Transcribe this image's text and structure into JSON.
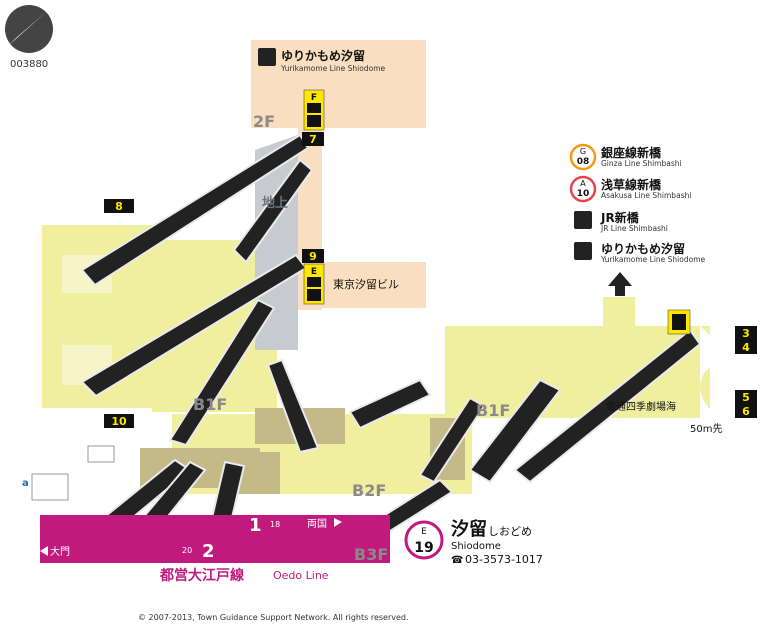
{
  "map_id": "003880",
  "floors": {
    "f2": "2F",
    "ground": "地上",
    "b1_left": "B1F",
    "b1_right": "B1F",
    "b2": "B2F",
    "b3": "B3F"
  },
  "exits": {
    "e3": "3",
    "e4": "4",
    "e5": "5",
    "e6": "6",
    "e7": "7",
    "e8": "8",
    "e9": "9",
    "e10": "10"
  },
  "elevators": {
    "f": "F",
    "e": "E"
  },
  "top_station": {
    "name": "ゆりかもめ汐留",
    "sub": "Yurikamome Line Shiodome"
  },
  "building": {
    "name": "東京汐留ビル"
  },
  "transfers": [
    {
      "code_letter": "G",
      "code_num": "08",
      "name": "銀座線新橋",
      "sub": "Ginza Line Shimbashi",
      "color": "#f39c12"
    },
    {
      "code_letter": "A",
      "code_num": "10",
      "name": "浅草線新橋",
      "sub": "Asakusa Line Shimbashi",
      "color": "#e8434b"
    },
    {
      "name": "JR新橋",
      "sub": "JR Line Shimbashi"
    },
    {
      "name": "ゆりかもめ汐留",
      "sub": "Yurikamome Line Shiodome"
    }
  ],
  "theater": {
    "name": "電通四季劇場海",
    "distance": "50m先"
  },
  "platform": {
    "line_ja": "都営大江戸線",
    "line_en": "Oedo Line",
    "track1": "1",
    "track2": "2",
    "dest1": "両国",
    "dest2": "大門",
    "car1": "18",
    "car2": "20",
    "color": "#c2197c"
  },
  "station": {
    "letter": "E",
    "number": "19",
    "name": "汐留",
    "kana": "しおどめ",
    "en": "Shiodome",
    "phone": "03-3573-1017",
    "phone_icon": "telephone-icon"
  },
  "facilities_label": "a",
  "copyright": "© 2007-2013, Town Guidance Support Network. All rights reserved.",
  "colors": {
    "concourse": "#f0ef9e",
    "annex": "#f9dfc0",
    "exit_tag": "#111111",
    "exit_num": "#ffe600",
    "floor_label": "#8a8a8a"
  }
}
